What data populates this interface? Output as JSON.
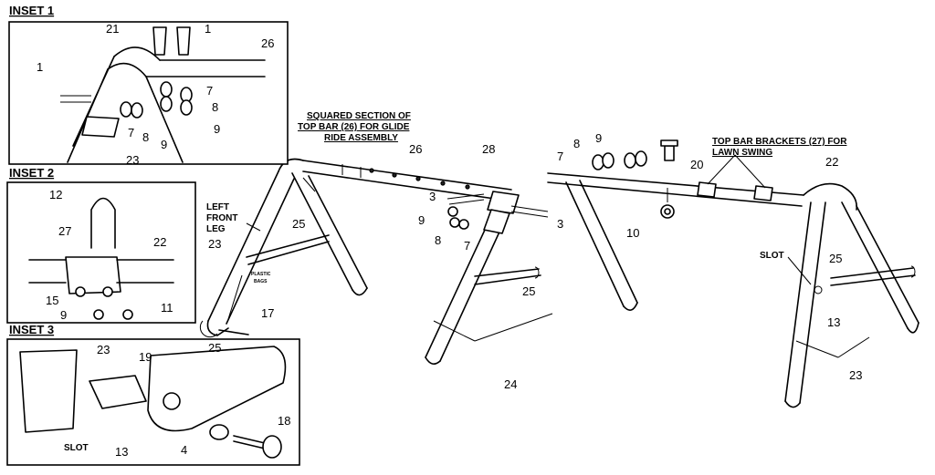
{
  "insets": {
    "inset1": {
      "title": "INSET 1"
    },
    "inset2": {
      "title": "INSET 2"
    },
    "inset3": {
      "title": "INSET 3"
    }
  },
  "callouts": {
    "squared_section": [
      "SQUARED SECTION OF",
      "TOP BAR (26) FOR GLIDE",
      "RIDE ASSEMBLY"
    ],
    "top_bar_brackets": [
      "TOP BAR BRACKETS (27) FOR",
      "LAWN SWING"
    ],
    "left_front_leg": [
      "LEFT",
      "FRONT",
      "LEG"
    ],
    "plastic_bags": [
      "PLASTIC",
      "BAGS"
    ],
    "slot_main": "SLOT",
    "slot_inset3": "SLOT"
  },
  "labels": {
    "inset1": [
      {
        "id": "i1-21",
        "text": "21"
      },
      {
        "id": "i1-1a",
        "text": "1"
      },
      {
        "id": "i1-26",
        "text": "26"
      },
      {
        "id": "i1-1b",
        "text": "1"
      },
      {
        "id": "i1-7a",
        "text": "7"
      },
      {
        "id": "i1-8a",
        "text": "8"
      },
      {
        "id": "i1-7b",
        "text": "7"
      },
      {
        "id": "i1-8b",
        "text": "8"
      },
      {
        "id": "i1-9a",
        "text": "9"
      },
      {
        "id": "i1-9b",
        "text": "9"
      },
      {
        "id": "i1-23",
        "text": "23"
      }
    ],
    "inset2": [
      {
        "id": "i2-12",
        "text": "12"
      },
      {
        "id": "i2-27",
        "text": "27"
      },
      {
        "id": "i2-22",
        "text": "22"
      },
      {
        "id": "i2-15",
        "text": "15"
      },
      {
        "id": "i2-11",
        "text": "11"
      },
      {
        "id": "i2-9",
        "text": "9"
      }
    ],
    "inset3": [
      {
        "id": "i3-23",
        "text": "23"
      },
      {
        "id": "i3-19",
        "text": "19"
      },
      {
        "id": "i3-25",
        "text": "25"
      },
      {
        "id": "i3-13",
        "text": "13"
      },
      {
        "id": "i3-4",
        "text": "4"
      },
      {
        "id": "i3-18",
        "text": "18"
      }
    ],
    "main": [
      {
        "id": "m-26",
        "text": "26"
      },
      {
        "id": "m-28",
        "text": "28"
      },
      {
        "id": "m-3a",
        "text": "3"
      },
      {
        "id": "m-3b",
        "text": "3"
      },
      {
        "id": "m-9a",
        "text": "9"
      },
      {
        "id": "m-8a",
        "text": "8"
      },
      {
        "id": "m-7a",
        "text": "7"
      },
      {
        "id": "m-8b",
        "text": "8"
      },
      {
        "id": "m-9b",
        "text": "9"
      },
      {
        "id": "m-7b",
        "text": "7"
      },
      {
        "id": "m-20",
        "text": "20"
      },
      {
        "id": "m-22",
        "text": "22"
      },
      {
        "id": "m-10",
        "text": "10"
      },
      {
        "id": "m-25a",
        "text": "25"
      },
      {
        "id": "m-23a",
        "text": "23"
      },
      {
        "id": "m-25b",
        "text": "25"
      },
      {
        "id": "m-25c",
        "text": "25"
      },
      {
        "id": "m-13",
        "text": "13"
      },
      {
        "id": "m-17",
        "text": "17"
      },
      {
        "id": "m-24",
        "text": "24"
      },
      {
        "id": "m-23b",
        "text": "23"
      }
    ]
  }
}
